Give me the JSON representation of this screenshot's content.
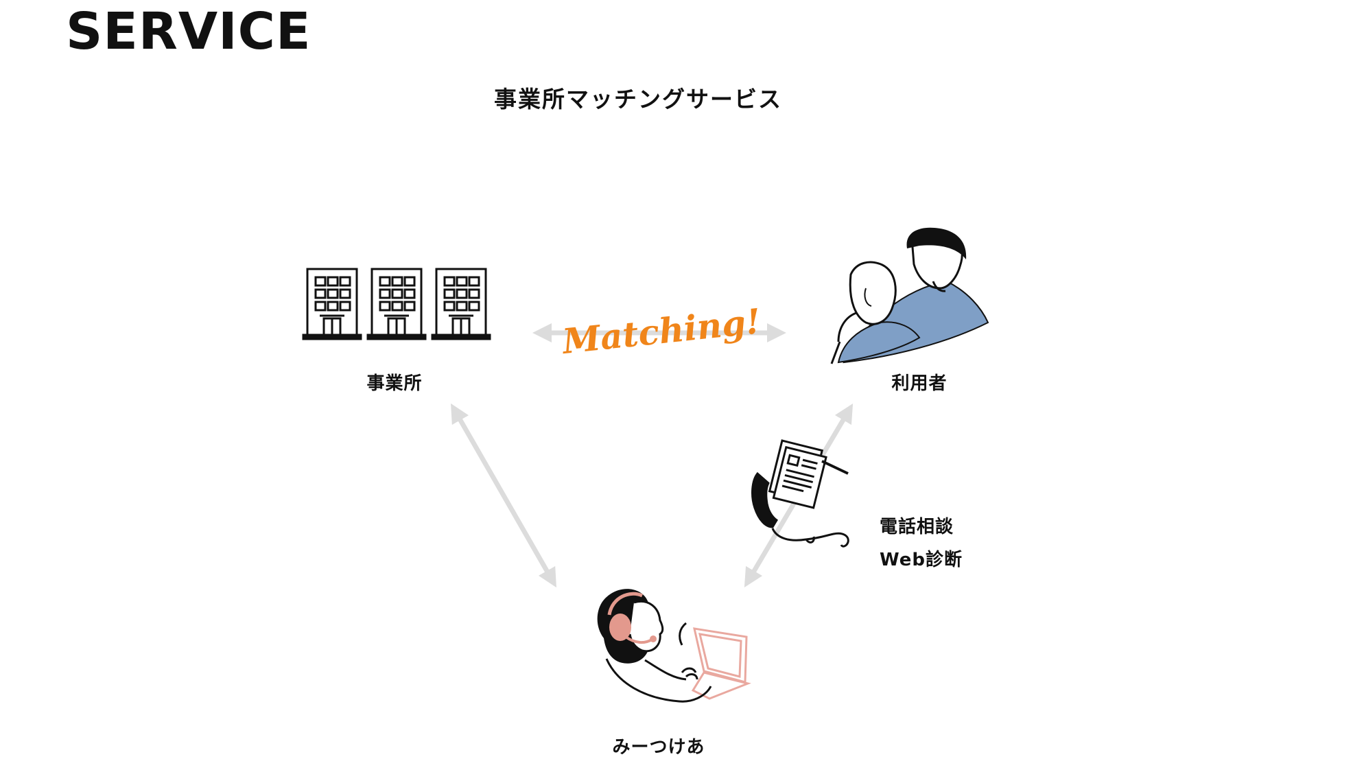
{
  "header": {
    "title": "SERVICE"
  },
  "diagram": {
    "title": "事業所マッチングサービス",
    "nodes": {
      "office": {
        "label": "事業所",
        "icon": "office-buildings-icon"
      },
      "user": {
        "label": "利用者",
        "icon": "elderly-and-caregiver-icon"
      },
      "miicare": {
        "label": "みーつけあ",
        "icon": "operator-with-headset-icon"
      }
    },
    "edges": {
      "matching": {
        "label": "Matching!"
      },
      "consultation": {
        "icon": "phone-and-document-icon",
        "labels": [
          "電話相談",
          "Web診断"
        ]
      }
    },
    "colors": {
      "arrow": "#dcdcdc",
      "matching_text": "#f0851a",
      "user_body": "#7f9fc6",
      "headset": "#e3998d",
      "laptop": "#e9a89f",
      "line": "#111111"
    }
  }
}
